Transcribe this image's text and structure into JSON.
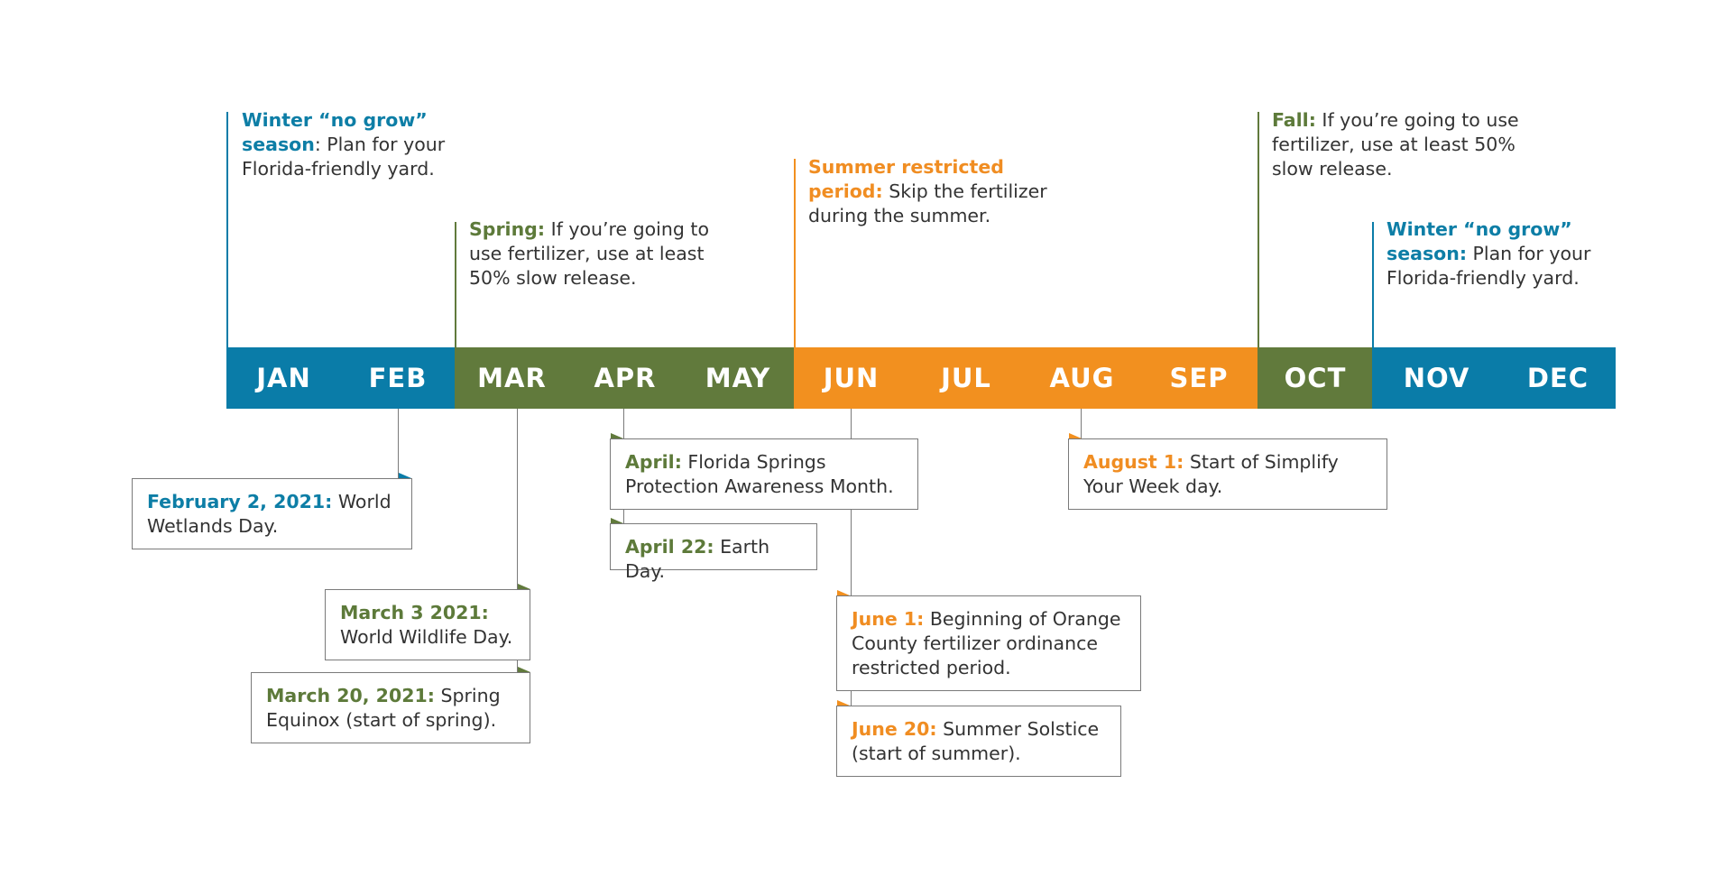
{
  "colors": {
    "blue": "#0a7ca8",
    "green": "#617a3c",
    "orange": "#f2901f"
  },
  "months": [
    {
      "label": "JAN",
      "season": "winter"
    },
    {
      "label": "FEB",
      "season": "winter"
    },
    {
      "label": "MAR",
      "season": "spring"
    },
    {
      "label": "APR",
      "season": "spring"
    },
    {
      "label": "MAY",
      "season": "spring"
    },
    {
      "label": "JUN",
      "season": "summer"
    },
    {
      "label": "JUL",
      "season": "summer"
    },
    {
      "label": "AUG",
      "season": "summer"
    },
    {
      "label": "SEP",
      "season": "summer"
    },
    {
      "label": "OCT",
      "season": "fall"
    },
    {
      "label": "NOV",
      "season": "winter"
    },
    {
      "label": "DEC",
      "season": "winter"
    }
  ],
  "seasons": {
    "winter_start": {
      "highlight": "Winter “no grow” season",
      "text": ": Plan for your Florida-friendly yard."
    },
    "spring": {
      "highlight": "Spring:",
      "text": " If you’re going to use fertilizer, use at least 50% slow release."
    },
    "summer": {
      "highlight": "Summer restricted period:",
      "text": " Skip the fertilizer during the summer."
    },
    "fall": {
      "highlight": "Fall:",
      "text": " If you’re going to use fertilizer, use at least 50% slow release."
    },
    "winter_end": {
      "highlight": "Winter “no grow” season:",
      "text": " Plan for your Florida-friendly yard."
    }
  },
  "events": {
    "feb2": {
      "highlight": "February 2, 2021:",
      "text": " World Wetlands Day."
    },
    "mar3": {
      "highlight": "March 3 2021:",
      "text": "World Wildlife Day."
    },
    "mar20": {
      "highlight": "March 20, 2021:",
      "text": " Spring Equinox (start of spring)."
    },
    "april": {
      "highlight": "April:",
      "text": " Florida Springs Protection Awareness Month."
    },
    "apr22": {
      "highlight": "April 22:",
      "text": " Earth Day."
    },
    "jun1": {
      "highlight": "June 1:",
      "text": " Beginning of Orange County fertilizer ordinance restricted period."
    },
    "jun20": {
      "highlight": "June 20:",
      "text": " Summer Solstice (start of summer)."
    },
    "aug1": {
      "highlight": "August 1:",
      "text": " Start of Simplify Your Week day."
    }
  }
}
